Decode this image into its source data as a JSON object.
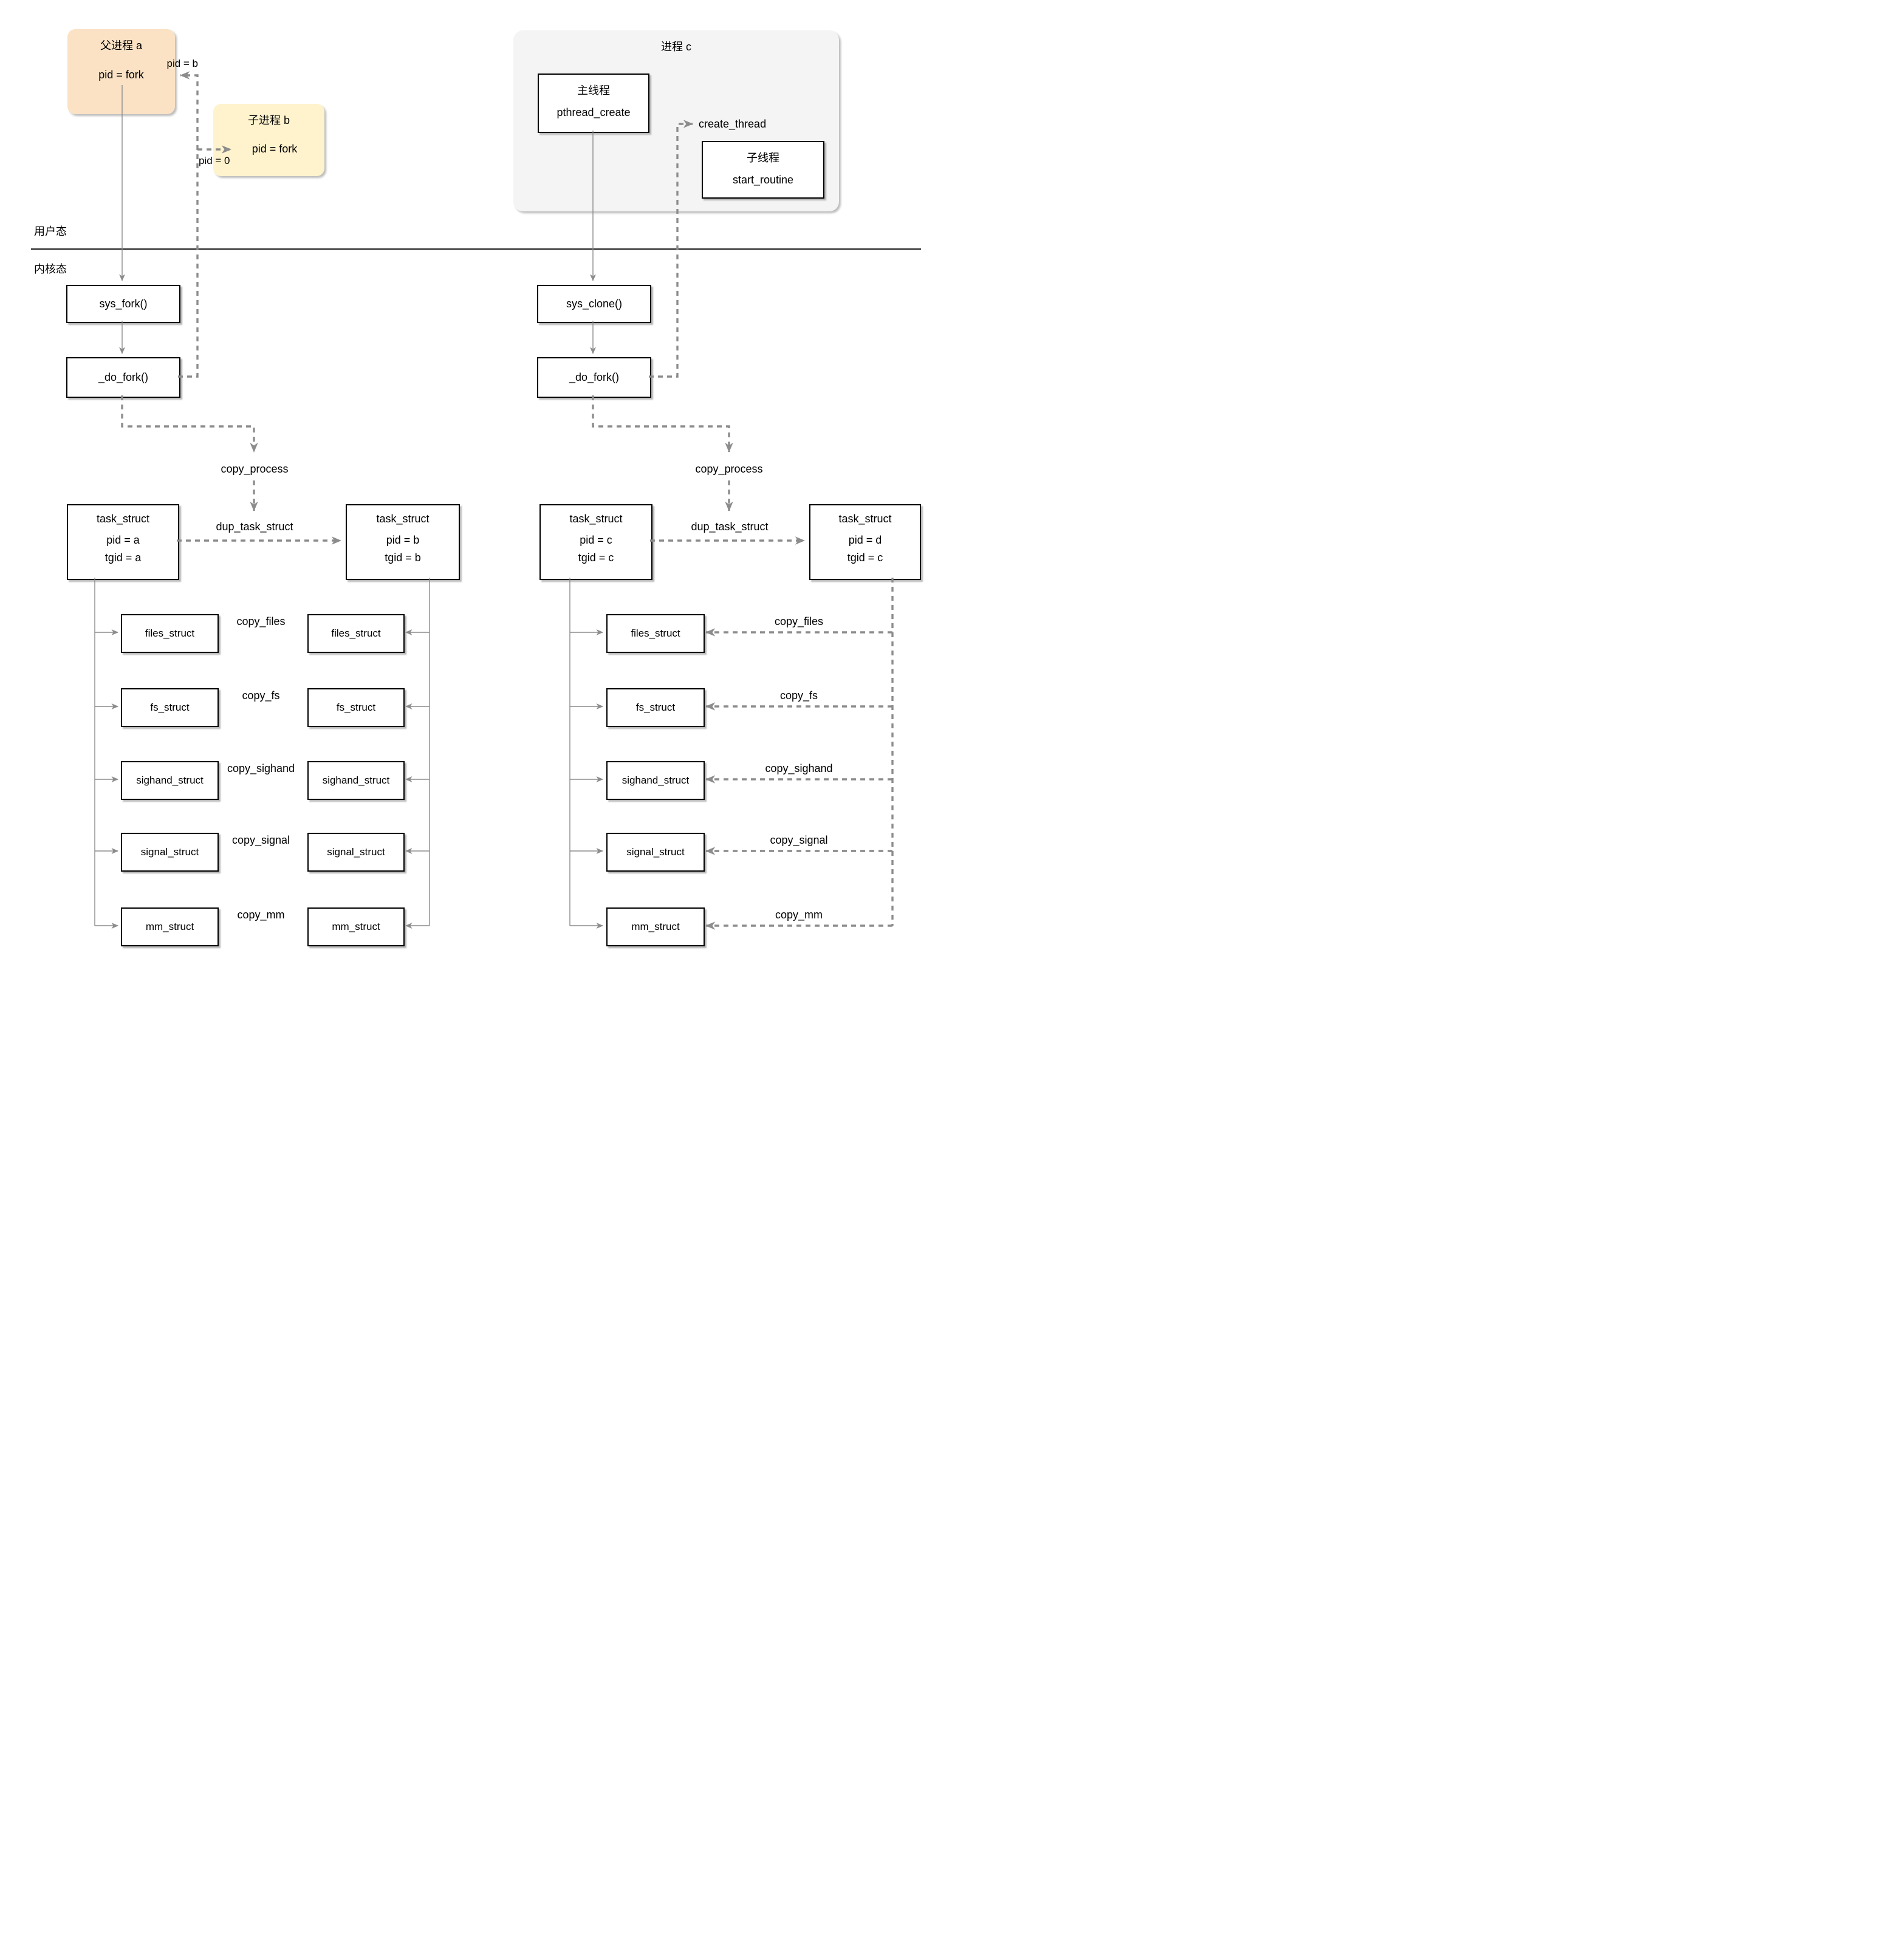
{
  "diagram_title_implied": "",
  "colors": {
    "parent_box_fill": "#fbe2c5",
    "child_box_fill": "#fff3cd",
    "process_container_fill": "#f4f4f4",
    "white_box_fill": "#ffffff",
    "box_border": "#000000",
    "connector_gray": "#8c8c8c",
    "divider_black": "#1a1a1a",
    "shadow_gray": "#b8b8b8"
  },
  "mode_labels": {
    "user_mode": "用户态",
    "kernel_mode": "内核态"
  },
  "fork_side": {
    "parent": {
      "title": "父进程 a",
      "body": "pid = fork"
    },
    "child": {
      "title": "子进程 b",
      "body": "pid = fork"
    },
    "return_to_parent_label": "pid = b",
    "return_to_child_label": "pid = 0",
    "syscall_box": "sys_fork()",
    "do_fork_box": "_do_fork()",
    "copy_process_label": "copy_process",
    "dup_task_struct_label": "dup_task_struct",
    "task_parent": {
      "title": "task_struct",
      "pid": "pid = a",
      "tgid": "tgid = a"
    },
    "task_child": {
      "title": "task_struct",
      "pid": "pid = b",
      "tgid": "tgid = b"
    },
    "rows": [
      {
        "left": "files_struct",
        "right": "files_struct",
        "label": "copy_files"
      },
      {
        "left": "fs_struct",
        "right": "fs_struct",
        "label": "copy_fs"
      },
      {
        "left": "sighand_struct",
        "right": "sighand_struct",
        "label": "copy_sighand"
      },
      {
        "left": "signal_struct",
        "right": "signal_struct",
        "label": "copy_signal"
      },
      {
        "left": "mm_struct",
        "right": "mm_struct",
        "label": "copy_mm"
      }
    ]
  },
  "clone_side": {
    "container_title": "进程 c",
    "main_thread": {
      "title": "主线程",
      "body": "pthread_create"
    },
    "child_thread": {
      "title": "子线程",
      "body": "start_routine"
    },
    "create_thread_label": "create_thread",
    "syscall_box": "sys_clone()",
    "do_fork_box": "_do_fork()",
    "copy_process_label": "copy_process",
    "dup_task_struct_label": "dup_task_struct",
    "task_parent": {
      "title": "task_struct",
      "pid": "pid = c",
      "tgid": "tgid = c"
    },
    "task_child": {
      "title": "task_struct",
      "pid": "pid = d",
      "tgid": "tgid = c"
    },
    "rows": [
      {
        "box": "files_struct",
        "label": "copy_files"
      },
      {
        "box": "fs_struct",
        "label": "copy_fs"
      },
      {
        "box": "sighand_struct",
        "label": "copy_sighand"
      },
      {
        "box": "signal_struct",
        "label": "copy_signal"
      },
      {
        "box": "mm_struct",
        "label": "copy_mm"
      }
    ]
  }
}
